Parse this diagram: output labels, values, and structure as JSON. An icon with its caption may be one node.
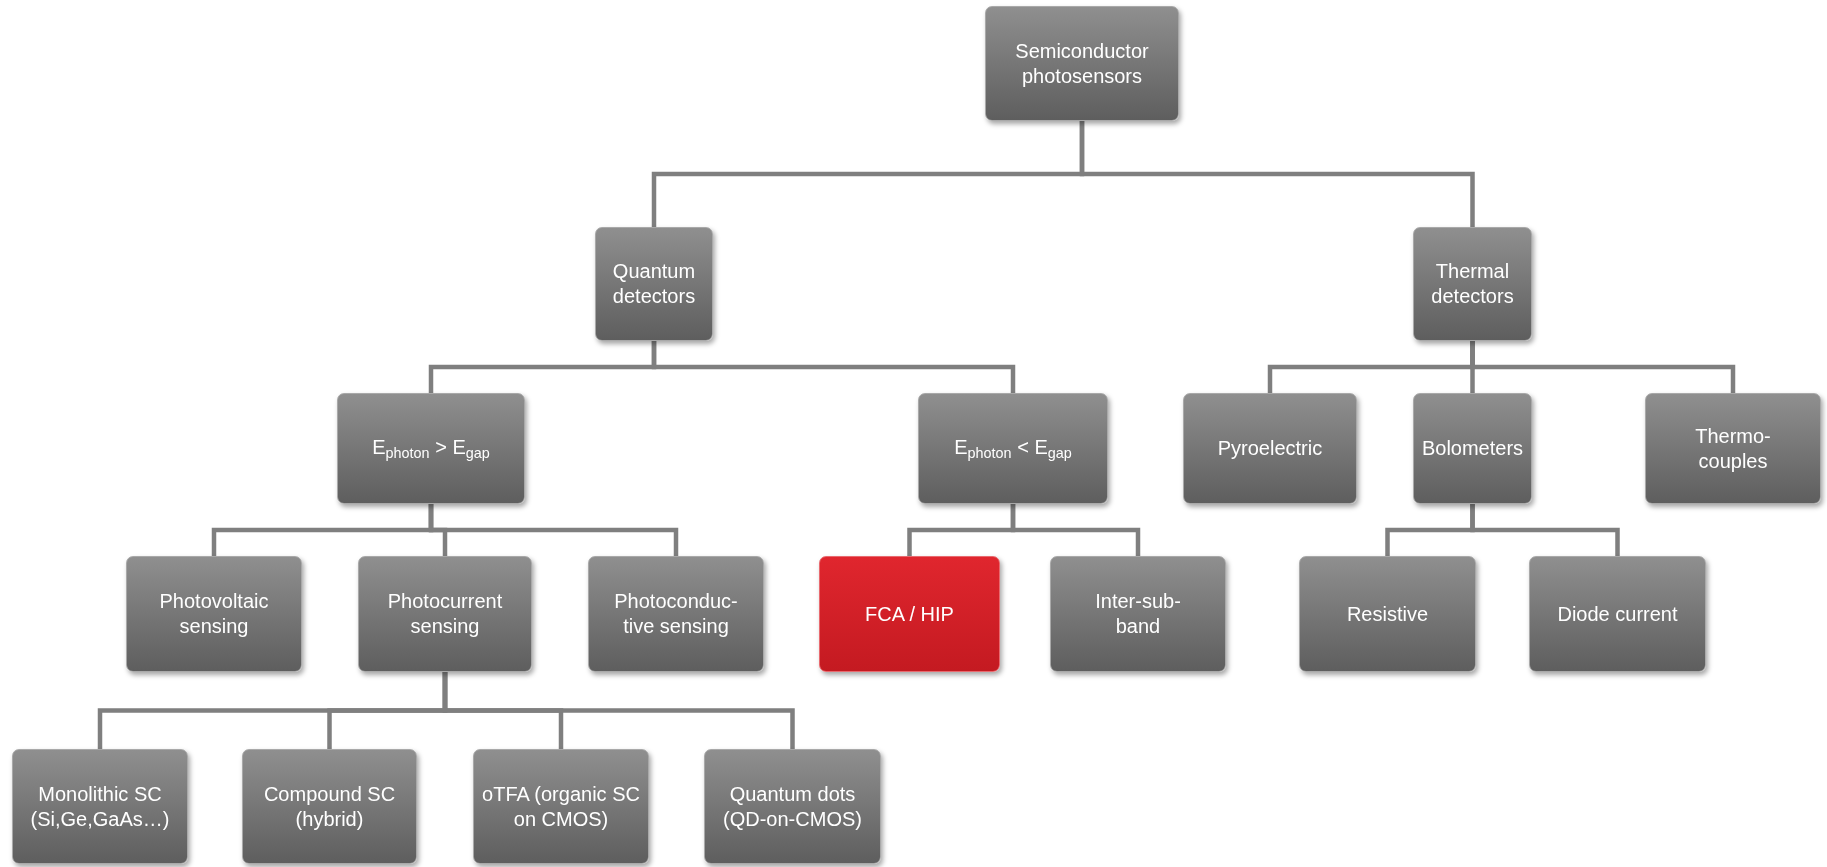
{
  "diagram": {
    "nodes": [
      {
        "text": [
          "Semiconductor photosensors"
        ]
      },
      {
        "text": [
          "Quantum detectors"
        ]
      },
      {
        "text": [
          "Thermal detectors"
        ]
      },
      {
        "text": [
          "E$_{photon}$ > E$_{gap}$"
        ]
      },
      {
        "text": [
          "E$_{photon}$ < E$_{gap}$"
        ]
      },
      {
        "text": [
          "Pyroelectric"
        ]
      },
      {
        "text": [
          "Bolometers"
        ]
      },
      {
        "text": [
          "Thermo-couples"
        ]
      },
      {
        "text": [
          "Photovoltaic sensing"
        ]
      },
      {
        "text": [
          "Photocurrent sensing"
        ]
      },
      {
        "text": [
          "Photoconduc-tive sensing"
        ]
      },
      {
        "text": [
          "FCA / HIP"
        ]
      },
      {
        "text": [
          "Inter-sub-band"
        ]
      },
      {
        "text": [
          "Resistive"
        ]
      },
      {
        "text": [
          "Diode current"
        ]
      },
      {
        "text": [
          "Monolithic SC (Si,Ge,GaAs…)"
        ]
      },
      {
        "text": [
          "Compound SC (hybrid)"
        ]
      },
      {
        "text": [
          "oTFA (organic SC on CMOS)"
        ]
      },
      {
        "text": [
          "Quantum dots (QD-on-CMOS)"
        ]
      }
    ],
    "edges": [
      {
        "from": 0,
        "to": 1,
        "arrow": "none"
      },
      {
        "from": 0,
        "to": 2,
        "arrow": "none"
      },
      {
        "from": 1,
        "to": 3,
        "arrow": "none"
      },
      {
        "from": 1,
        "to": 4,
        "arrow": "none"
      },
      {
        "from": 2,
        "to": 5,
        "arrow": "none"
      },
      {
        "from": 2,
        "to": 6,
        "arrow": "none"
      },
      {
        "from": 2,
        "to": 7,
        "arrow": "none"
      },
      {
        "from": 3,
        "to": 8,
        "arrow": "none"
      },
      {
        "from": 3,
        "to": 9,
        "arrow": "none"
      },
      {
        "from": 3,
        "to": 10,
        "arrow": "none"
      },
      {
        "from": 4,
        "to": 11,
        "arrow": "none"
      },
      {
        "from": 4,
        "to": 12,
        "arrow": "none"
      },
      {
        "from": 6,
        "to": 13,
        "arrow": "none"
      },
      {
        "from": 6,
        "to": 14,
        "arrow": "none"
      },
      {
        "from": 9,
        "to": 15,
        "arrow": "none"
      },
      {
        "from": 9,
        "to": 16,
        "arrow": "none"
      },
      {
        "from": 9,
        "to": 17,
        "arrow": "none"
      },
      {
        "from": 9,
        "to": 18,
        "arrow": "none"
      }
    ]
  }
}
